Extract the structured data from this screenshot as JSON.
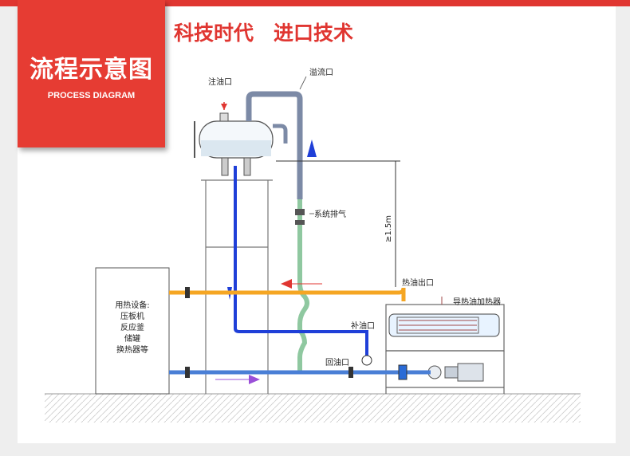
{
  "header": {
    "title": "流程示意图",
    "subtitle": "PROCESS DIAGRAM",
    "slogan": "科技时代　进口技术"
  },
  "labels": {
    "fill_port": "注油口",
    "overflow_port": "溢流口",
    "system_vent": "系统排气",
    "height_note": "≥1.5m",
    "hot_oil_outlet": "热油出口",
    "heater": "导热油加热器",
    "makeup_port": "补油口",
    "return_port": "回油口",
    "equipment_title": "用热设备:",
    "equipment_items": [
      "压板机",
      "反应釜",
      "储罐",
      "换热器等"
    ]
  },
  "colors": {
    "accent": "#e03631",
    "hot_pipe": "#f5a623",
    "return_pipe": "#4a7fd6",
    "blue_pipe": "#1f3fd8",
    "green_pipe": "#8fc8a0",
    "gray_pipe": "#7c8aa6"
  }
}
